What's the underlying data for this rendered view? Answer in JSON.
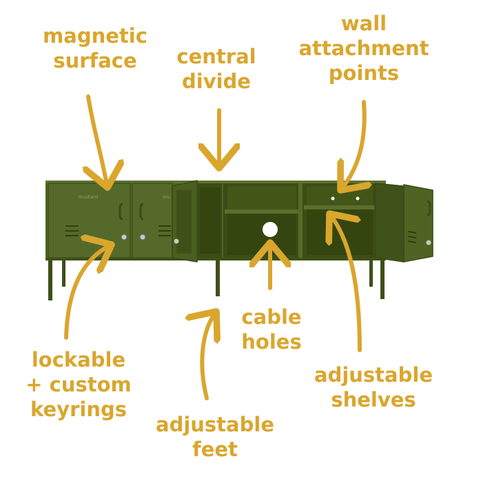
{
  "product": {
    "brand_mark": "mustard",
    "body_color": "#4F6423",
    "interior_color": "#3B4D15",
    "leg_color": "#3E4F19"
  },
  "callouts": {
    "magnetic_surface": [
      "magnetic",
      "surface"
    ],
    "central_divide": [
      "central",
      "divide"
    ],
    "wall_attachment_points": [
      "wall",
      "attachment",
      "points"
    ],
    "lockable_keyrings": [
      "lockable",
      "+ custom",
      "keyrings"
    ],
    "adjustable_feet": [
      "adjustable",
      "feet"
    ],
    "cable_holes": [
      "cable",
      "holes"
    ],
    "adjustable_shelves": [
      "adjustable",
      "shelves"
    ]
  },
  "accent_color": "#D9A62E",
  "icons": [
    "arrow-icon",
    "lock-icon",
    "handle-icon",
    "vent-icon"
  ]
}
